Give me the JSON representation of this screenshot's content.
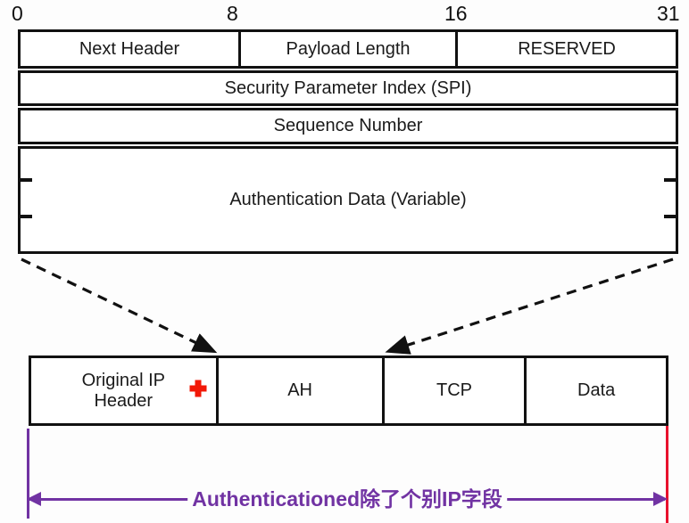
{
  "colors": {
    "line": "#111111",
    "purple": "#7133A3",
    "red": "#E8112D",
    "plus_red": "#F21807"
  },
  "bit_ruler": {
    "labels": [
      "0",
      "8",
      "16",
      "31"
    ]
  },
  "ah_header": {
    "row1_cells": [
      "Next Header",
      "Payload Length",
      "RESERVED"
    ],
    "spi_label": "Security Parameter Index (SPI)",
    "sequence_label": "Sequence Number",
    "auth_data_label": "Authentication Data (Variable)"
  },
  "packet": {
    "cells": [
      "Original IP Header",
      "AH",
      "TCP",
      "Data"
    ]
  },
  "annotation": {
    "label": "Authenticationed除了个别IP字段"
  }
}
